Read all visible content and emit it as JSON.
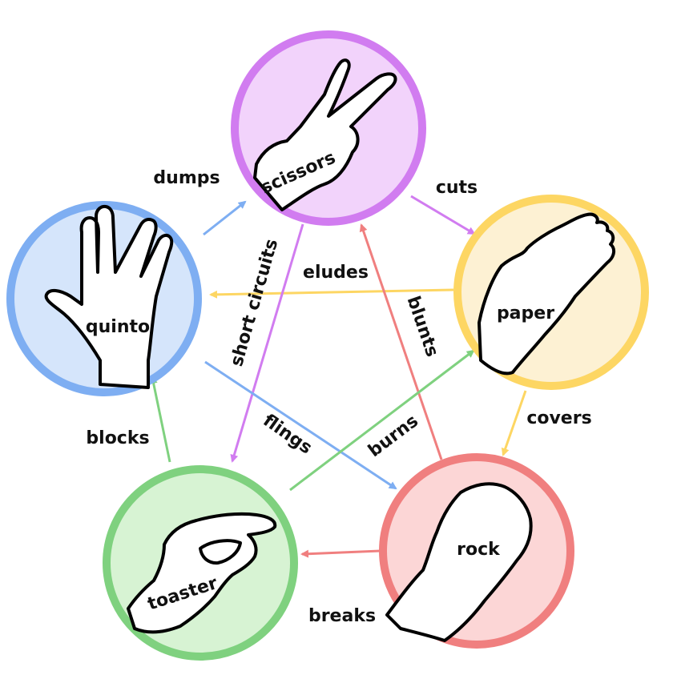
{
  "nodes": {
    "scissors": {
      "label": "scissors",
      "color": "#D17CF0",
      "fill": "#F2D3FB"
    },
    "paper": {
      "label": "paper",
      "color": "#FDD663",
      "fill": "#FDF1D3"
    },
    "rock": {
      "label": "rock",
      "color": "#F07F7F",
      "fill": "#FCD6D6"
    },
    "toaster": {
      "label": "toaster",
      "color": "#7FD17F",
      "fill": "#D7F3D3"
    },
    "quinto": {
      "label": "quinto",
      "color": "#7EAEF2",
      "fill": "#D5E5FB"
    }
  },
  "edges": {
    "dumps": "dumps",
    "cuts": "cuts",
    "eludes": "eludes",
    "short_circuits": "short circuits",
    "blunts": "blunts",
    "covers": "covers",
    "flings": "flings",
    "burns": "burns",
    "blocks": "blocks",
    "breaks": "breaks"
  },
  "icons": [
    "scissors-hand-icon",
    "paper-hand-icon",
    "rock-hand-icon",
    "toaster-hand-icon",
    "quinto-hand-icon"
  ]
}
